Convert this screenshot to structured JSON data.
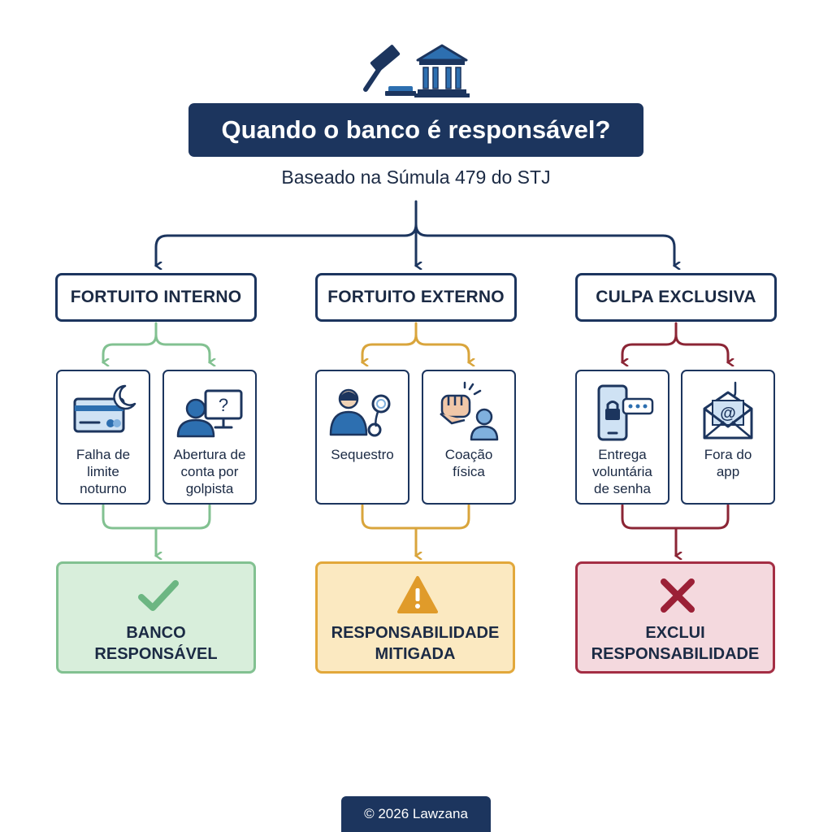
{
  "title": "Quando o banco é responsável?",
  "subtitle": "Baseado na Súmula 479 do STJ",
  "header_icons": [
    "gavel-icon",
    "courthouse-icon"
  ],
  "categories": [
    {
      "label": "FORTUITO INTERNO",
      "color": "#82c191",
      "examples": [
        {
          "icon": "credit-card-moon-icon",
          "lines": [
            "Falha de",
            "limite",
            "noturno"
          ]
        },
        {
          "icon": "scammer-computer-icon",
          "lines": [
            "Abertura de",
            "conta por",
            "golpista"
          ]
        }
      ],
      "result": {
        "icon": "checkmark-icon",
        "lines": [
          "BANCO",
          "RESPONSÁVEL"
        ]
      }
    },
    {
      "label": "FORTUITO EXTERNO",
      "color": "#d9a53c",
      "examples": [
        {
          "icon": "kidnapper-handcuffs-icon",
          "lines": [
            "Sequestro"
          ]
        },
        {
          "icon": "fist-coercion-icon",
          "lines": [
            "Coação",
            "física"
          ]
        }
      ],
      "result": {
        "icon": "warning-icon",
        "lines": [
          "RESPONSABILIDADE",
          "MITIGADA"
        ]
      }
    },
    {
      "label": "CULPA EXCLUSIVA",
      "color": "#8b2535",
      "examples": [
        {
          "icon": "phone-lock-password-icon",
          "lines": [
            "Entrega",
            "voluntária",
            "de senha"
          ]
        },
        {
          "icon": "phishing-email-icon",
          "lines": [
            "Fora do",
            "app"
          ]
        }
      ],
      "result": {
        "icon": "x-mark-icon",
        "lines": [
          "EXCLUI",
          "RESPONSABILIDADE"
        ]
      }
    }
  ],
  "footer": "© 2026 Lawzana",
  "colors": {
    "navy": "#1c355e",
    "green": "#82c191",
    "orange": "#d9a53c",
    "red": "#8b2535"
  }
}
